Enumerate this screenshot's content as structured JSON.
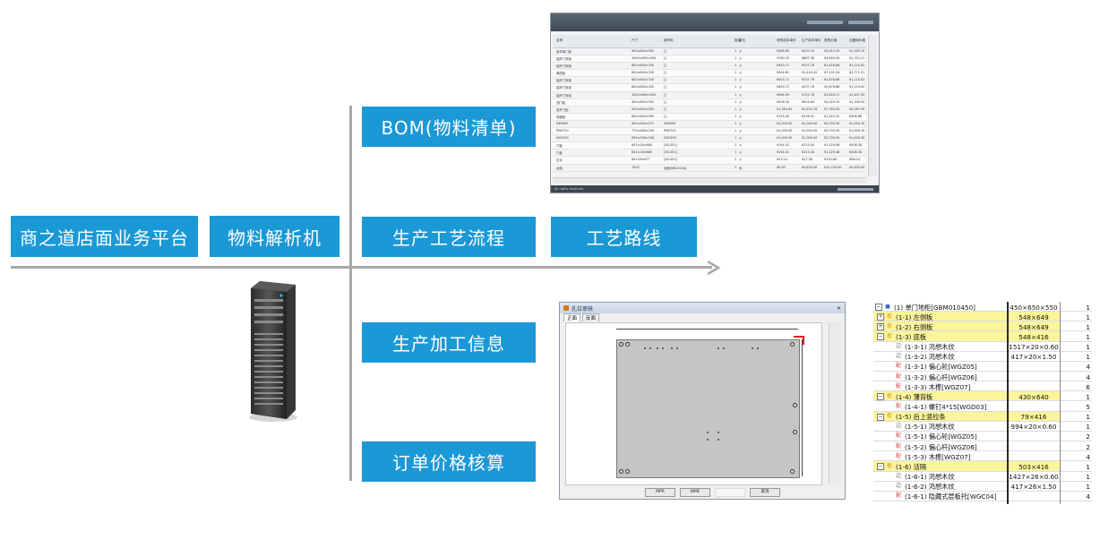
{
  "platform_label": "商之道店面业务平台",
  "parser_label": "物料解析机",
  "branches": {
    "bom": "BOM(物料清单)",
    "process_flow": "生产工艺流程",
    "process_route": "工艺路线",
    "machining": "生产加工信息",
    "pricing": "订单价格核算"
  },
  "bom_window": {
    "status_left": "All rights reserved",
    "headers": [
      "名称",
      "尺寸",
      "原材料",
      "数量",
      "单位",
      "采购成本单价",
      "生产成本单价",
      "零售价格",
      "加盟商价格"
    ],
    "rows": [
      [
        "前开单门柜",
        "900×600×550",
        "[]",
        "1",
        "个",
        "¥365.83",
        "¥437.10",
        "¥3,012.03",
        "¥1,185.15"
      ],
      [
        "抽开门衣柜",
        "1000×600×550",
        "[]",
        "1",
        "个",
        "¥760.33",
        "¥867.38",
        "¥4,469.03",
        "¥1,752.21"
      ],
      [
        "抽开门衣柜",
        "800×600×330",
        "[]",
        "1",
        "个",
        "¥453.71",
        "¥537.76",
        "¥2,876.86",
        "¥1,115.62"
      ],
      [
        "单层柜",
        "800×600×330",
        "[]",
        "1",
        "个",
        "¥904.81",
        "¥1,453.42",
        "¥7,101.54",
        "¥2,771.01"
      ],
      [
        "抽开门衣柜",
        "800×600×330",
        "[]",
        "1",
        "个",
        "¥453.71",
        "¥537.76",
        "¥2,876.86",
        "¥1,115.62"
      ],
      [
        "抽开门衣柜",
        "800×600×330",
        "[]",
        "1",
        "个",
        "¥453.71",
        "¥537.76",
        "¥2,876.86",
        "¥1,115.62"
      ],
      [
        "抽开门衣柜",
        "1000×600×550",
        "[]",
        "1",
        "个",
        "¥564.99",
        "¥722.76",
        "¥3,626.17",
        "¥1,407.55"
      ],
      [
        "顶门柜",
        "400×600×550",
        "[]",
        "1",
        "个",
        "¥506.34",
        "¥614.64",
        "¥3,020.25",
        "¥1,190.94"
      ],
      [
        "双开门柜",
        "900×600×550",
        "[]",
        "1",
        "个",
        "¥1,384.61",
        "¥1,633.76",
        "¥7,785.03",
        "¥3,087.99"
      ],
      [
        "衣服柜",
        "600×600×550",
        "[]",
        "1",
        "个",
        "¥153.00",
        "¥216.41",
        "¥1,024.32",
        "¥406.86"
      ],
      [
        "DK0900",
        "900×505×572",
        "DK0900",
        "1",
        "个",
        "¥1,000.00",
        "¥1,000.00",
        "¥3,700.00",
        "¥1,000.30"
      ],
      [
        "PM0720",
        "770×466×230",
        "PM0720",
        "1",
        "个",
        "¥1,000.00",
        "¥1,000.00",
        "¥3,700.00",
        "¥1,000.30"
      ],
      [
        "HG2450",
        "595×596×438",
        "HG2450",
        "1",
        "个",
        "¥1,000.00",
        "¥1,000.00",
        "¥3,700.00",
        "¥1,000.30"
      ],
      [
        "门板",
        "602×18×680",
        "[XS-001]",
        "1",
        "个",
        "¥194.51",
        "¥223.00",
        "¥1,329.48",
        "¥508.38"
      ],
      [
        "门板",
        "602×18×680",
        "[XS-001]",
        "1",
        "个",
        "¥194.51",
        "¥223.00",
        "¥1,329.48",
        "¥508.38"
      ],
      [
        "拉手",
        "60×16×677",
        "[XS-001]",
        "1",
        "个",
        "¥23.14",
        "¥27.36",
        "¥150.63",
        "¥56.03"
      ],
      [
        "台面",
        "7000",
        "台面(M61202A)",
        "1",
        "米",
        "¥0.00",
        "¥4,830.00",
        "¥14,700.00",
        "¥4,830.00"
      ]
    ]
  },
  "drawing_window": {
    "title": "孔位审核",
    "tabs": [
      "正面",
      "反面"
    ],
    "buttons": [
      "MPR",
      "WMF",
      "",
      "取消"
    ]
  },
  "tree": [
    {
      "level": 0,
      "label": "(1) 单门地柜[GBM010450]",
      "size": "450×650×550",
      "qty": "1",
      "yellow": false,
      "toggle": "⊟",
      "icon": "■"
    },
    {
      "level": 1,
      "label": "(1-1) 左侧板",
      "size": "548×649",
      "qty": "1",
      "yellow": true,
      "toggle": "⊞",
      "icon": "板"
    },
    {
      "level": 1,
      "label": "(1-2) 右侧板",
      "size": "548×649",
      "qty": "1",
      "yellow": true,
      "toggle": "⊞",
      "icon": "板"
    },
    {
      "level": 1,
      "label": "(1-3) 底板",
      "size": "548×416",
      "qty": "1",
      "yellow": true,
      "toggle": "⊟",
      "icon": "板"
    },
    {
      "level": 2,
      "label": "(1-3-1) 鸿想木纹",
      "size": "1517×20×0.60",
      "qty": "1",
      "yellow": false,
      "toggle": "",
      "icon": "边"
    },
    {
      "level": 2,
      "label": "(1-3-2) 鸿想木纹",
      "size": "417×20×1.50",
      "qty": "1",
      "yellow": false,
      "toggle": "",
      "icon": "边"
    },
    {
      "level": 2,
      "label": "(1-3-1) 偏心轮[WGZ05]",
      "size": "",
      "qty": "4",
      "yellow": false,
      "toggle": "",
      "icon": "配"
    },
    {
      "level": 2,
      "label": "(1-3-2) 偏心杆[WGZ06]",
      "size": "",
      "qty": "4",
      "yellow": false,
      "toggle": "",
      "icon": "配"
    },
    {
      "level": 2,
      "label": "(1-3-3) 木榫[WGZ07]",
      "size": "",
      "qty": "6",
      "yellow": false,
      "toggle": "",
      "icon": "配"
    },
    {
      "level": 1,
      "label": "(1-4) 薄背板",
      "size": "430×640",
      "qty": "1",
      "yellow": true,
      "toggle": "⊟",
      "icon": "板"
    },
    {
      "level": 2,
      "label": "(1-4-1) 螺钉4*15[WGD03]",
      "size": "",
      "qty": "5",
      "yellow": false,
      "toggle": "",
      "icon": "配"
    },
    {
      "level": 1,
      "label": "(1-5) 后上竖拉条",
      "size": "79×416",
      "qty": "1",
      "yellow": true,
      "toggle": "⊟",
      "icon": "板"
    },
    {
      "level": 2,
      "label": "(1-5-1) 鸿想木纹",
      "size": "994×20×0.60",
      "qty": "1",
      "yellow": false,
      "toggle": "",
      "icon": "边"
    },
    {
      "level": 2,
      "label": "(1-5-1) 偏心轮[WGZ05]",
      "size": "",
      "qty": "2",
      "yellow": false,
      "toggle": "",
      "icon": "配"
    },
    {
      "level": 2,
      "label": "(1-5-2) 偏心杆[WGZ06]",
      "size": "",
      "qty": "2",
      "yellow": false,
      "toggle": "",
      "icon": "配"
    },
    {
      "level": 2,
      "label": "(1-5-3) 木榫[WGZ07]",
      "size": "",
      "qty": "4",
      "yellow": false,
      "toggle": "",
      "icon": "配"
    },
    {
      "level": 1,
      "label": "(1-6) 活隔",
      "size": "503×416",
      "qty": "1",
      "yellow": true,
      "toggle": "⊟",
      "icon": "板"
    },
    {
      "level": 2,
      "label": "(1-6-1) 鸿想木纹",
      "size": "1427×26×0.60",
      "qty": "1",
      "yellow": false,
      "toggle": "",
      "icon": "边"
    },
    {
      "level": 2,
      "label": "(1-6-2) 鸿想木纹",
      "size": "417×26×1.50",
      "qty": "1",
      "yellow": false,
      "toggle": "",
      "icon": "边"
    },
    {
      "level": 2,
      "label": "(1-6-1) 隐藏式层板托[WGC04]",
      "size": "",
      "qty": "4",
      "yellow": false,
      "toggle": "",
      "icon": "配"
    }
  ],
  "colors": {
    "accent": "#1b98d6",
    "line": "#a9a9a9",
    "tree_highlight": "#fbf59b"
  }
}
